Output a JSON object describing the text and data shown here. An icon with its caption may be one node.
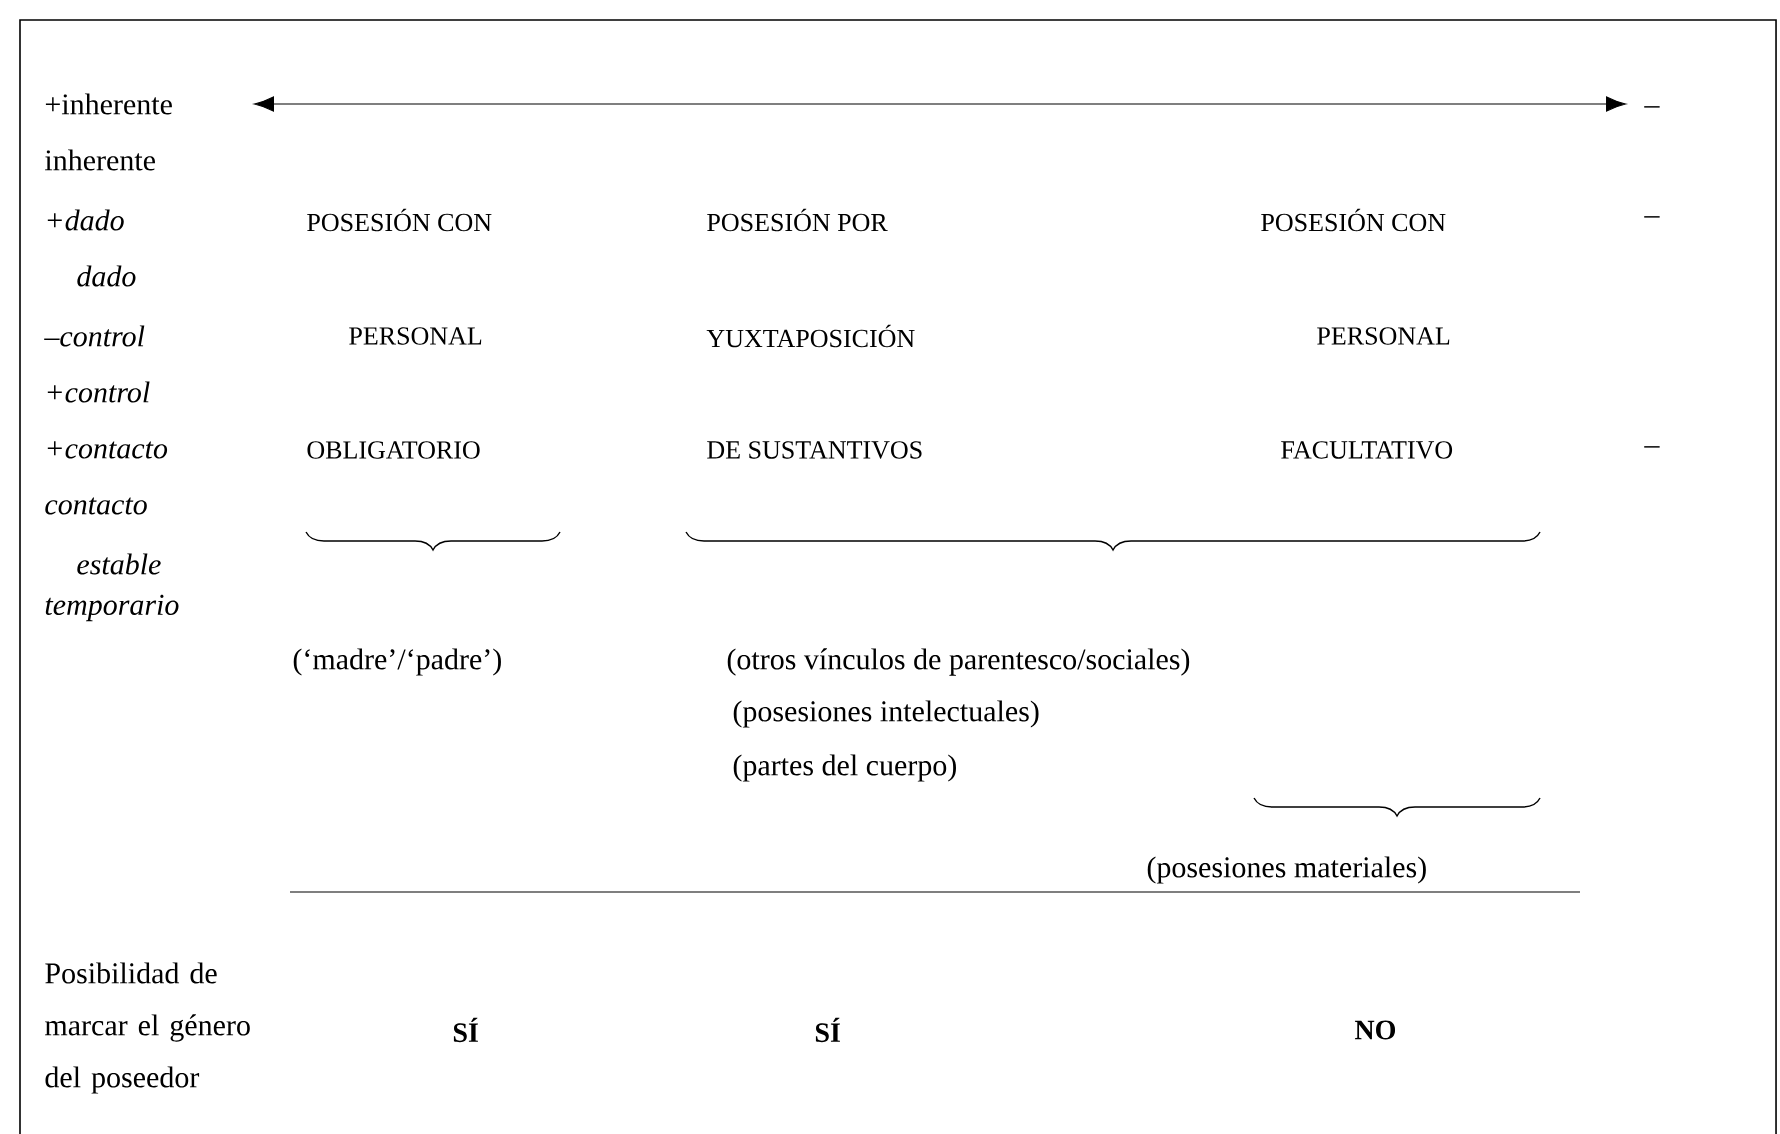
{
  "diagram": {
    "labels": [
      "+inherente",
      "–",
      "inherente",
      "+dado",
      "POSESIÓN CON",
      "POSESIÓN POR",
      "POSESIÓN CON",
      "–",
      "dado",
      "–control",
      "PERSONAL",
      "YUXTAPOSICIÓN",
      "PERSONAL",
      "+control",
      "+contacto",
      "OBLIGATORIO",
      "DE SUSTANTIVOS",
      "FACULTATIVO",
      "–",
      "contacto",
      "estable",
      "temporario",
      "(‘madre’/‘padre’)",
      "(otros vínculos de parentesco/sociales)",
      "(posesiones intelectuales)",
      "(partes del cuerpo)",
      "(posesiones materiales)",
      "Posibilidad de marcar el género del poseedor",
      "SÍ",
      "SÍ",
      "NO"
    ]
  }
}
